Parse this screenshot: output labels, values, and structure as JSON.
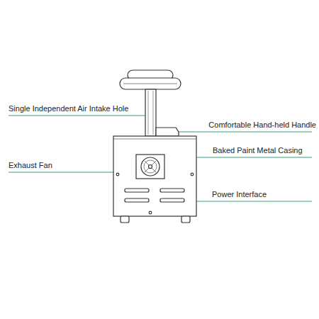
{
  "diagram": {
    "labels": [
      "Single Independent Air Intake Hole",
      "Comfortable Hand-held Handle",
      "Exhaust Fan",
      "Baked Paint Metal Casing",
      "Power Interface"
    ]
  }
}
